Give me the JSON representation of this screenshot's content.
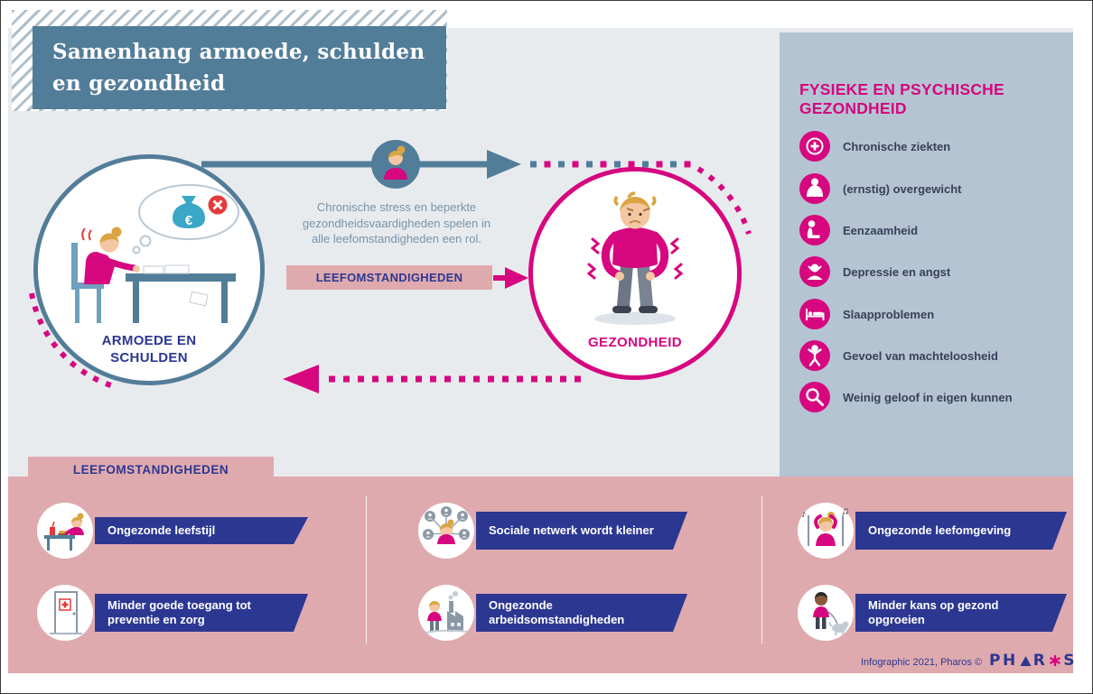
{
  "header": {
    "title_line1": "Samenhang armoede, schulden",
    "title_line2": "en gezondheid"
  },
  "cycle": {
    "poverty_label": "ARMOEDE EN SCHULDEN",
    "health_label": "GEZONDHEID",
    "center_note": "Chronische stress en beperkte gezondheidsvaardigheden spelen in alle leefomstandigheden een rol.",
    "center_tag": "LEEFOMSTANDIGHEDEN",
    "euro_symbol": "€"
  },
  "sidebar": {
    "title": "FYSIEKE EN PSYCHISCHE GEZONDHEID",
    "items": [
      {
        "label": "Chronische ziekten",
        "icon": "chronic-disease-icon"
      },
      {
        "label": "(ernstig) overgewicht",
        "icon": "overweight-icon"
      },
      {
        "label": "Eenzaamheid",
        "icon": "loneliness-icon"
      },
      {
        "label": "Depressie en angst",
        "icon": "depression-icon"
      },
      {
        "label": "Slaapproblemen",
        "icon": "sleep-problems-icon"
      },
      {
        "label": "Gevoel van machteloosheid",
        "icon": "powerlessness-icon"
      },
      {
        "label": "Weinig geloof in eigen kunnen",
        "icon": "self-confidence-icon"
      }
    ]
  },
  "conditions": {
    "title": "LEEFOMSTANDIGHEDEN",
    "items": [
      {
        "label": "Ongezonde leefstijl",
        "icon": "unhealthy-lifestyle-icon"
      },
      {
        "label": "Minder goede toegang tot preventie en zorg",
        "icon": "care-access-icon"
      },
      {
        "label": "Sociale netwerk wordt kleiner",
        "icon": "social-network-icon"
      },
      {
        "label": "Ongezonde arbeidsomstandigheden",
        "icon": "work-conditions-icon"
      },
      {
        "label": "Ongezonde leefomgeving",
        "icon": "living-environment-icon"
      },
      {
        "label": "Minder kans op gezond opgroeien",
        "icon": "growing-up-icon"
      }
    ]
  },
  "footer": {
    "credit": "Infographic 2021, Pharos ©",
    "logo": {
      "part1": "PH",
      "part2": "R",
      "part3": "S"
    },
    "logo_icons": [
      "triangle-icon",
      "star-icon"
    ]
  },
  "colors": {
    "magenta": "#d6077f",
    "steel_blue": "#527d99",
    "navy": "#2c3792",
    "dusty_pink": "#dfaaae",
    "sidebar_blue": "#b4c4d3",
    "panel_gray": "#e8ebee"
  }
}
